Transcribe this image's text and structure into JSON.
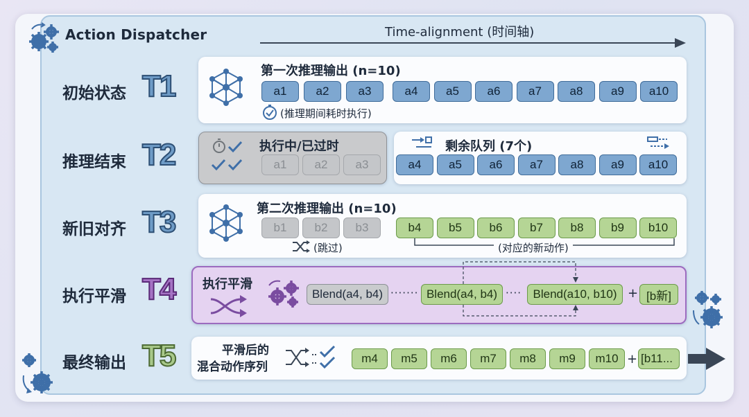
{
  "title": "Action Dispatcher",
  "time_axis_label": "Time-alignment (时间轴)",
  "rows": [
    {
      "label": "初始状态",
      "t": "T1"
    },
    {
      "label": "推理结束",
      "t": "T2"
    },
    {
      "label": "新旧对齐",
      "t": "T3"
    },
    {
      "label": "执行平滑",
      "t": "T4"
    },
    {
      "label": "最终输出",
      "t": "T5"
    }
  ],
  "t1": {
    "title": "第一次推理输出 (n=10)",
    "cells": [
      "a1",
      "a2",
      "a3",
      "a4",
      "a5",
      "a6",
      "a7",
      "a8",
      "a9",
      "a10"
    ],
    "note": "(推理期间耗时执行)"
  },
  "t2": {
    "executed_title": "执行中/已过时",
    "executed_cells": [
      "a1",
      "a2",
      "a3"
    ],
    "remaining_title": "剩余队列 (7个)",
    "remaining_cells": [
      "a4",
      "a5",
      "a6",
      "a7",
      "a8",
      "a9",
      "a10"
    ]
  },
  "t3": {
    "title": "第二次推理输出 (n=10)",
    "skipped_cells": [
      "b1",
      "b2",
      "b3"
    ],
    "new_cells": [
      "b4",
      "b5",
      "b6",
      "b7",
      "b8",
      "b9",
      "b10"
    ],
    "skip_note": "(跳过)",
    "new_note": "(对应的新动作)"
  },
  "t4": {
    "title": "执行平滑",
    "blend1": "Blend(a4, b4)",
    "blend2": "Blend(a4, b4)",
    "blend3": "Blend(a10, b10)",
    "plus": "+",
    "tail": "[b新]",
    "dots1": "·······",
    "dots2": "····"
  },
  "t5": {
    "title_line1": "平滑后的",
    "title_line2": "混合动作序列",
    "cells": [
      "m4",
      "m5",
      "m6",
      "m7",
      "m8",
      "m9",
      "m10"
    ],
    "plus": "+",
    "tail": "[b11..."
  },
  "colors": {
    "blue_cell": "#7ea7d0",
    "green_cell": "#b5d595",
    "gray_cell": "#c4c6c9",
    "purple_panel": "#e5d3f1",
    "accent_check": "#3f6fa8"
  }
}
